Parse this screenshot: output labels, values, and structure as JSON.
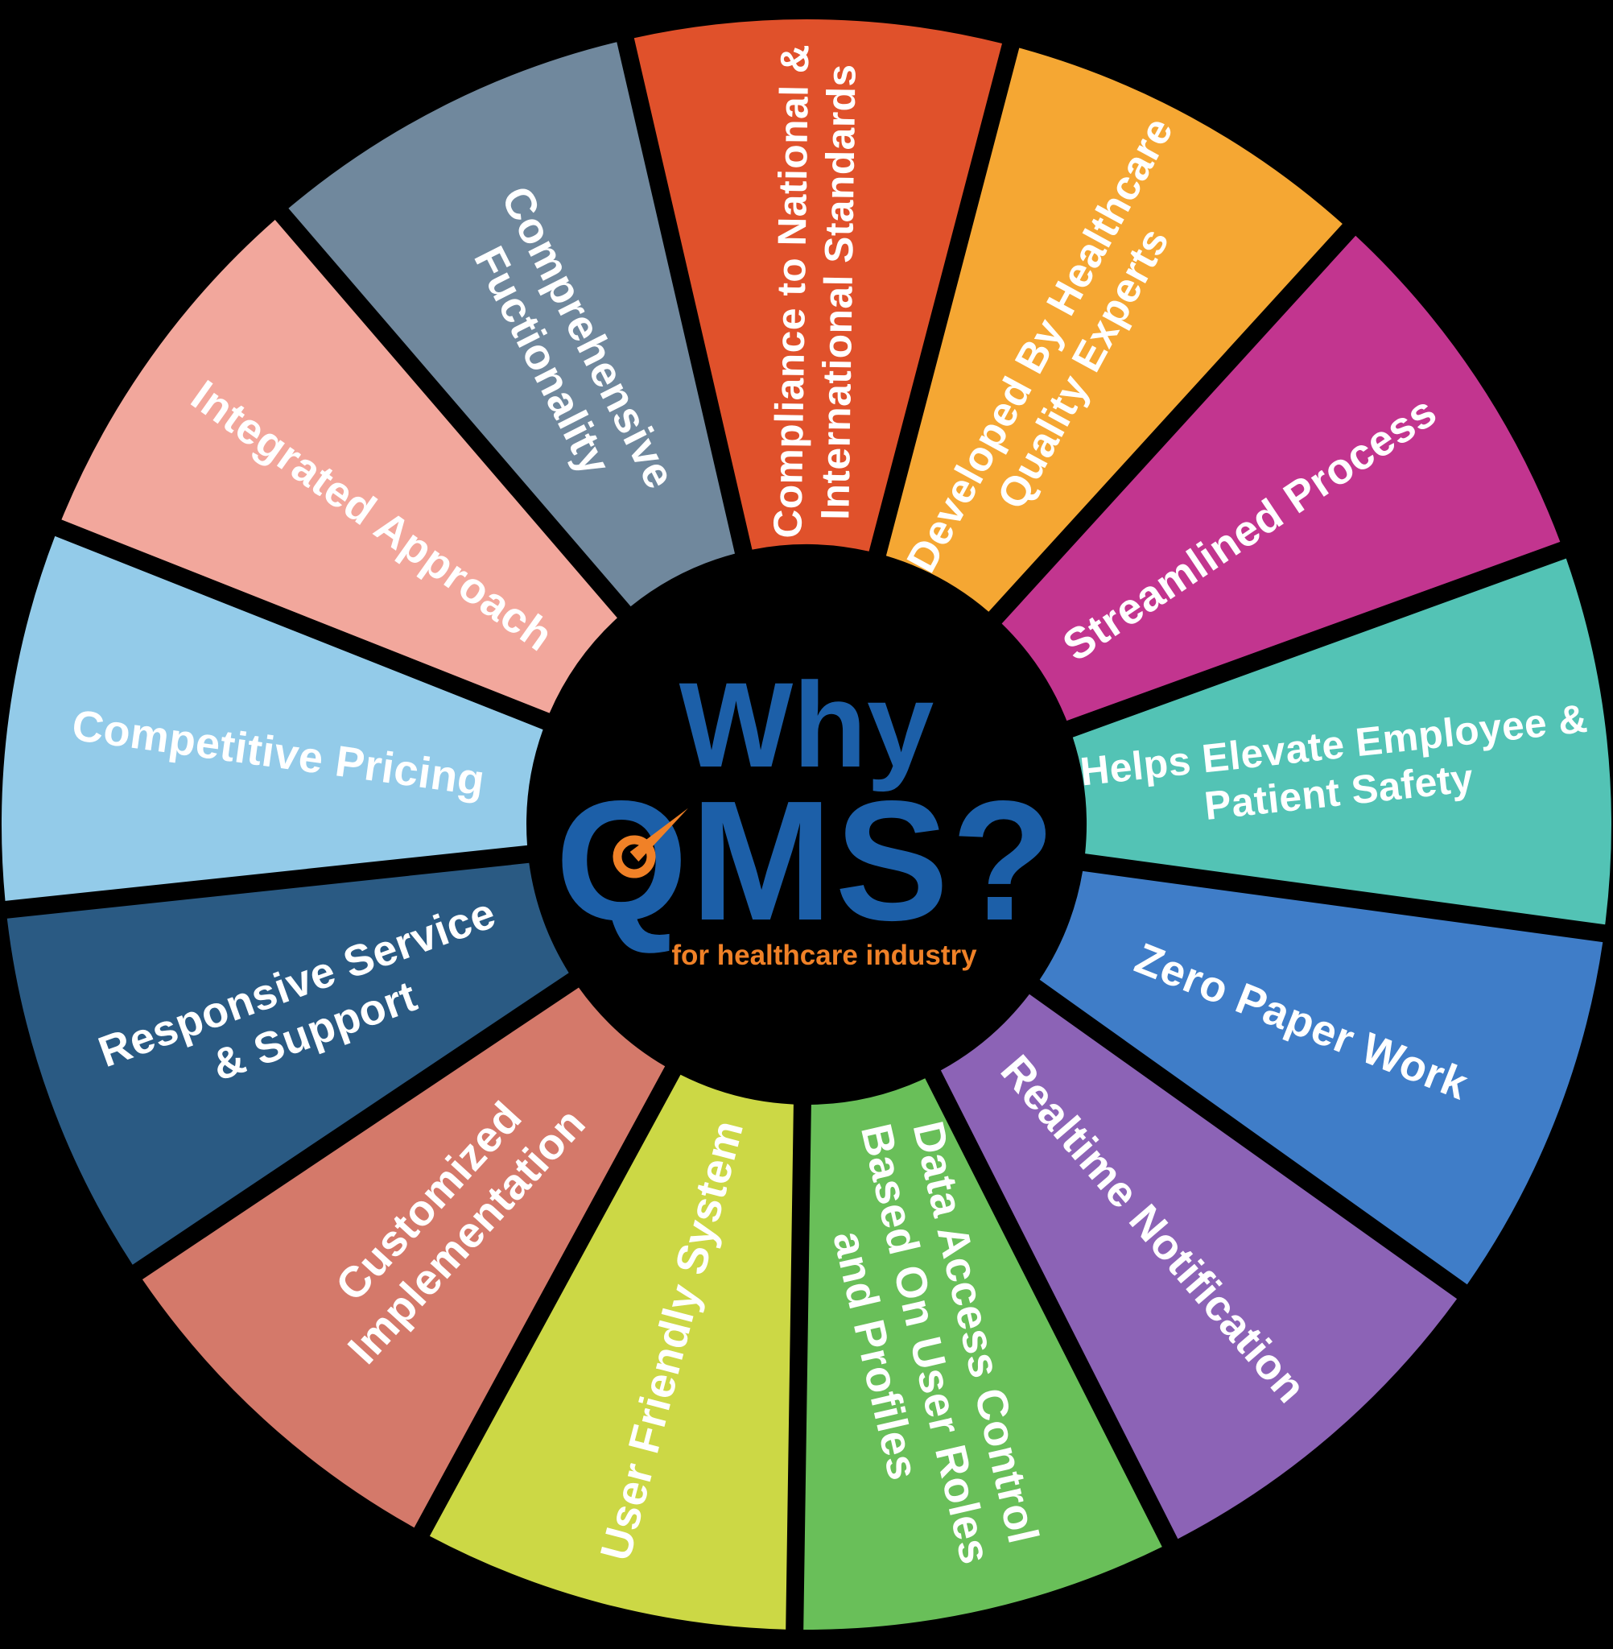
{
  "background_color": "#000000",
  "center": {
    "title_line1": "Why",
    "title_line2": "QMS?",
    "subtitle": "for healthcare industry",
    "title_color": "#1c5fa8",
    "subtitle_color": "#f08127",
    "disc_color": "#000000",
    "gauge_icon_color": "#f08127"
  },
  "wheel": {
    "label_text_color": "#ffffff",
    "segments": [
      {
        "id": "compliance-standards",
        "label": "Compliance to National & International Standards",
        "lines": [
          "Compliance to National &",
          "International Standards"
        ],
        "color": "#e0512b"
      },
      {
        "id": "healthcare-experts",
        "label": "Developed By Healthcare Quality Experts",
        "lines": [
          "Developed By Healthcare",
          "Quality Experts"
        ],
        "color": "#f5a733"
      },
      {
        "id": "streamlined-process",
        "label": "Streamlined Process",
        "lines": [
          "Streamlined Process"
        ],
        "color": "#c2358f"
      },
      {
        "id": "employee-patient-safety",
        "label": "Helps Elevate Employee & Patient Safety",
        "lines": [
          "Helps Elevate Employee &",
          "Patient  Safety"
        ],
        "color": "#53c3b5"
      },
      {
        "id": "zero-paper-work",
        "label": "Zero Paper Work",
        "lines": [
          "Zero Paper Work"
        ],
        "color": "#3f7dc8"
      },
      {
        "id": "realtime-notification",
        "label": "Realtime Notification",
        "lines": [
          "Realtime Notification"
        ],
        "color": "#8c63b6"
      },
      {
        "id": "data-access-control",
        "label": "Data Access Control Based On User Roles and Profiles",
        "lines": [
          "Data Access Control",
          "Based On User Roles",
          "and Profiles"
        ],
        "color": "#69bf59"
      },
      {
        "id": "user-friendly-system",
        "label": "User Friendly System",
        "lines": [
          "User Friendly System"
        ],
        "color": "#ccd845"
      },
      {
        "id": "customized-implementation",
        "label": "Customized Implementation",
        "lines": [
          "Customized",
          "Implementation"
        ],
        "color": "#d4796a"
      },
      {
        "id": "responsive-service",
        "label": "Responsive Service & Support",
        "lines": [
          "Responsive Service",
          "& Support"
        ],
        "color": "#2a5a83"
      },
      {
        "id": "competitive-pricing",
        "label": "Competitive Pricing",
        "lines": [
          "Competitive Pricing"
        ],
        "color": "#93cbe9"
      },
      {
        "id": "integrated-approach",
        "label": "Integrated Approach",
        "lines": [
          "Integrated Approach"
        ],
        "color": "#f2a79c"
      },
      {
        "id": "comprehensive-functionality",
        "label": "Comprehensive Fuctionality",
        "lines": [
          "Comprehensive",
          "Fuctionality"
        ],
        "color": "#70889d"
      }
    ]
  }
}
